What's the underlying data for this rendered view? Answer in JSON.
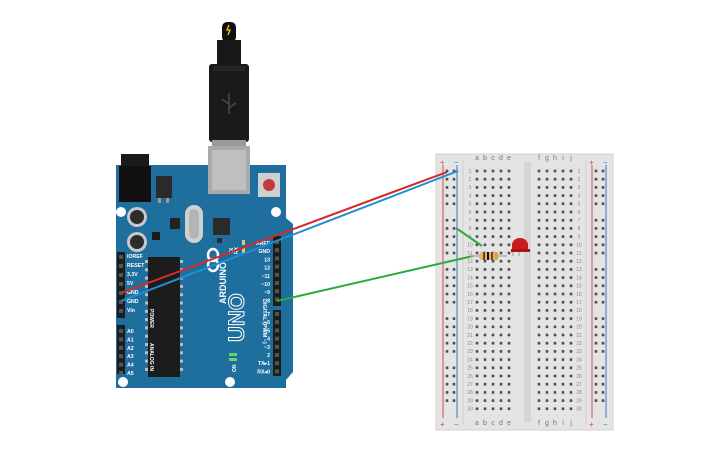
{
  "board": {
    "brand": "ARDUINO",
    "model": "UNO",
    "on_label": "ON",
    "tx_label": "TX",
    "rx_label": "RX",
    "power_header": "POWER",
    "analog_header": "ANALOG IN",
    "digital_header": "DIGITAL (PWM ~)",
    "power_pins": [
      "IOREF",
      "RESET",
      "3.3V",
      "5V",
      "GND",
      "GND",
      "Vin"
    ],
    "analog_pins": [
      "A0",
      "A1",
      "A2",
      "A3",
      "A4",
      "A5"
    ],
    "digital_top_pins": [
      "AREF",
      "GND",
      "13",
      "12",
      "~11",
      "~10",
      "~9",
      "8"
    ],
    "digital_bottom_pins": [
      "7",
      "~6",
      "~5",
      "4",
      "~3",
      "2",
      "TX▸1",
      "RX◂0"
    ]
  },
  "breadboard": {
    "col_letters_left": [
      "a",
      "b",
      "c",
      "d",
      "e"
    ],
    "col_letters_right": [
      "f",
      "g",
      "h",
      "i",
      "j"
    ],
    "rail_plus": "+",
    "rail_minus": "−",
    "rows": 30
  },
  "components": {
    "led": "red-led",
    "resistor": "resistor"
  },
  "colors": {
    "board_blue": "#1f6f9e",
    "wire_red": "#d42a2a",
    "wire_blue": "#1e8fd0",
    "wire_green": "#2eaa3c",
    "rail_red": "#d94a4a",
    "rail_blue": "#3b73c4",
    "led_red": "#c81d1d"
  }
}
